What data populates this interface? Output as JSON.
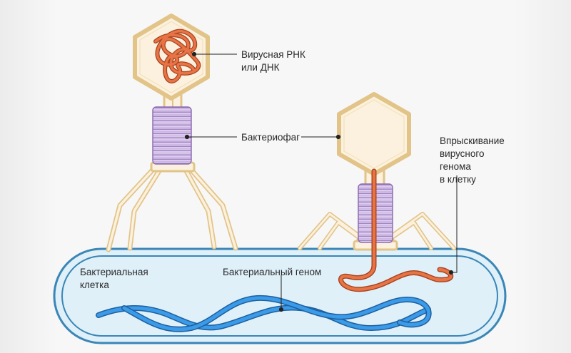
{
  "labels": {
    "viral_genome": [
      "Вирусная РНК",
      "или ДНК"
    ],
    "bacteriophage": "Бактериофаг",
    "injection": [
      "Впрыскивание",
      "вирусного",
      "генома",
      "в клетку"
    ],
    "bacterial_cell": [
      "Бактериальная",
      "клетка"
    ],
    "bacterial_genome": "Бактериальный геном"
  },
  "colors": {
    "capsid_fill": "#fbf1de",
    "capsid_stroke": "#e5c98f",
    "tail_sheath": "#d9c6ec",
    "tail_sheath_lines": "#8f6fb3",
    "viral_dna": "#e06a3a",
    "bacterial_dna": "#2e86d6",
    "cell_fill": "#dff0f9",
    "cell_stroke": "#3a86b6",
    "leader_line": "#222222"
  }
}
